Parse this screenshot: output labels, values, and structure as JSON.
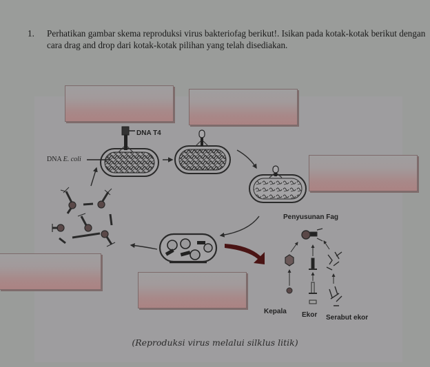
{
  "question": {
    "number": "1.",
    "text": "Perhatikan gambar skema reproduksi virus bakteriofag berikut!. Isikan pada kotak-kotak berikut dengan cara drag and drop dari kotak-kotak pilihan yang telah disediakan."
  },
  "drop_boxes": [
    {
      "id": "box-1",
      "value": ""
    },
    {
      "id": "box-2",
      "value": ""
    },
    {
      "id": "box-3",
      "value": ""
    },
    {
      "id": "box-4",
      "value": ""
    },
    {
      "id": "box-5",
      "value": ""
    }
  ],
  "diagram": {
    "labels": {
      "dna_t4": "DNA T4",
      "dna_ecoli_prefix": "DNA",
      "dna_ecoli_italic": "E. coli",
      "penyusunan_fag": "Penyusunan Fag",
      "kepala": "Kepala",
      "ekor": "Ekor",
      "serabut_ekor": "Serabut ekor"
    },
    "caption": "(Reproduksi virus melalui silklus litik)"
  },
  "colors": {
    "background": "#9a9c9a",
    "panel": "#9e9d9f",
    "drop_box_top": "#a09e9f",
    "drop_box_bottom": "#ab8383",
    "drop_box_border": "#7d6a6a",
    "ink": "#1a1a1a",
    "big_arrow": "#4a1414"
  }
}
